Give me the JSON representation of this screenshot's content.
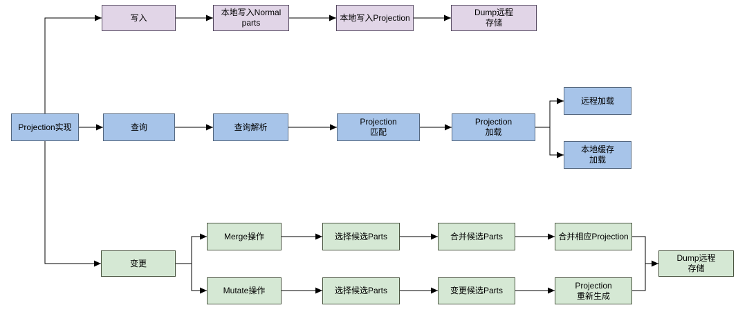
{
  "diagram": {
    "type": "flowchart",
    "root": {
      "label": "Projection实现"
    },
    "write_branch": {
      "theme": "purple",
      "steps": [
        {
          "label": "写入"
        },
        {
          "label": "本地写入Normal\nparts"
        },
        {
          "label": "本地写入Projection"
        },
        {
          "label": "Dump远程\n存储"
        }
      ]
    },
    "query_branch": {
      "theme": "blue",
      "steps": [
        {
          "label": "查询"
        },
        {
          "label": "查询解析"
        },
        {
          "label": "Projection\n匹配"
        },
        {
          "label": "Projection\n加载"
        }
      ],
      "load_targets": [
        {
          "label": "远程加载"
        },
        {
          "label": "本地缓存\n加载"
        }
      ]
    },
    "change_branch": {
      "theme": "green",
      "entry": {
        "label": "变更"
      },
      "merge_path": [
        {
          "label": "Merge操作"
        },
        {
          "label": "选择候选Parts"
        },
        {
          "label": "合并候选Parts"
        },
        {
          "label": "合并相应Projection"
        }
      ],
      "mutate_path": [
        {
          "label": "Mutate操作"
        },
        {
          "label": "选择候选Parts"
        },
        {
          "label": "变更候选Parts"
        },
        {
          "label": "Projection\n重新生成"
        }
      ],
      "final": {
        "label": "Dump远程\n存储"
      }
    }
  },
  "palette": {
    "purple": {
      "fill": "#E1D5E7",
      "border": "#564A61"
    },
    "blue": {
      "fill": "#A7C4E9",
      "border": "#54677F"
    },
    "green": {
      "fill": "#D5E8D4",
      "border": "#49543F"
    },
    "connector": "#000000",
    "background": "#FFFFFF"
  }
}
